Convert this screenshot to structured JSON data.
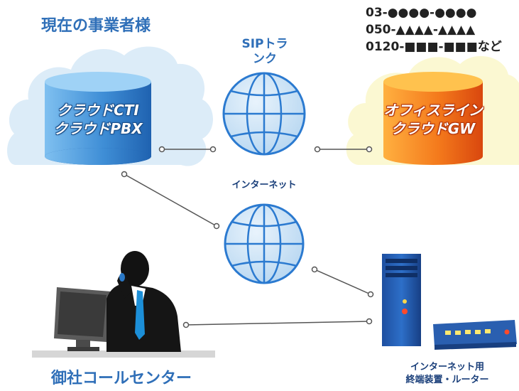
{
  "labels": {
    "current_business": "現在の事業者様",
    "sip_trunk_line1": "SIPトラ",
    "sip_trunk_line2": "ンク",
    "cloud_cti": "クラウドCTI",
    "cloud_pbx": "クラウドPBX",
    "office_line": "オフィスライン",
    "cloud_gw": "クラウドGW",
    "internet": "インターネット",
    "call_center": "御社コールセンター",
    "router_line1": "インターネット用",
    "router_line2": "終端装置・ルーター"
  },
  "phone_numbers": [
    "03-●●●●-●●●●",
    "050-▲▲▲▲-▲▲▲▲",
    "0120-■■■-■■■など"
  ],
  "colors": {
    "blue_cloud": "#dcecf8",
    "yellow_cloud": "#fbf8d2",
    "blue_cylinder": "#3f8ed6",
    "orange_cylinder": "#f06a1c",
    "globe": "#cfe4f7",
    "caption_blue": "#2f6fb8"
  }
}
